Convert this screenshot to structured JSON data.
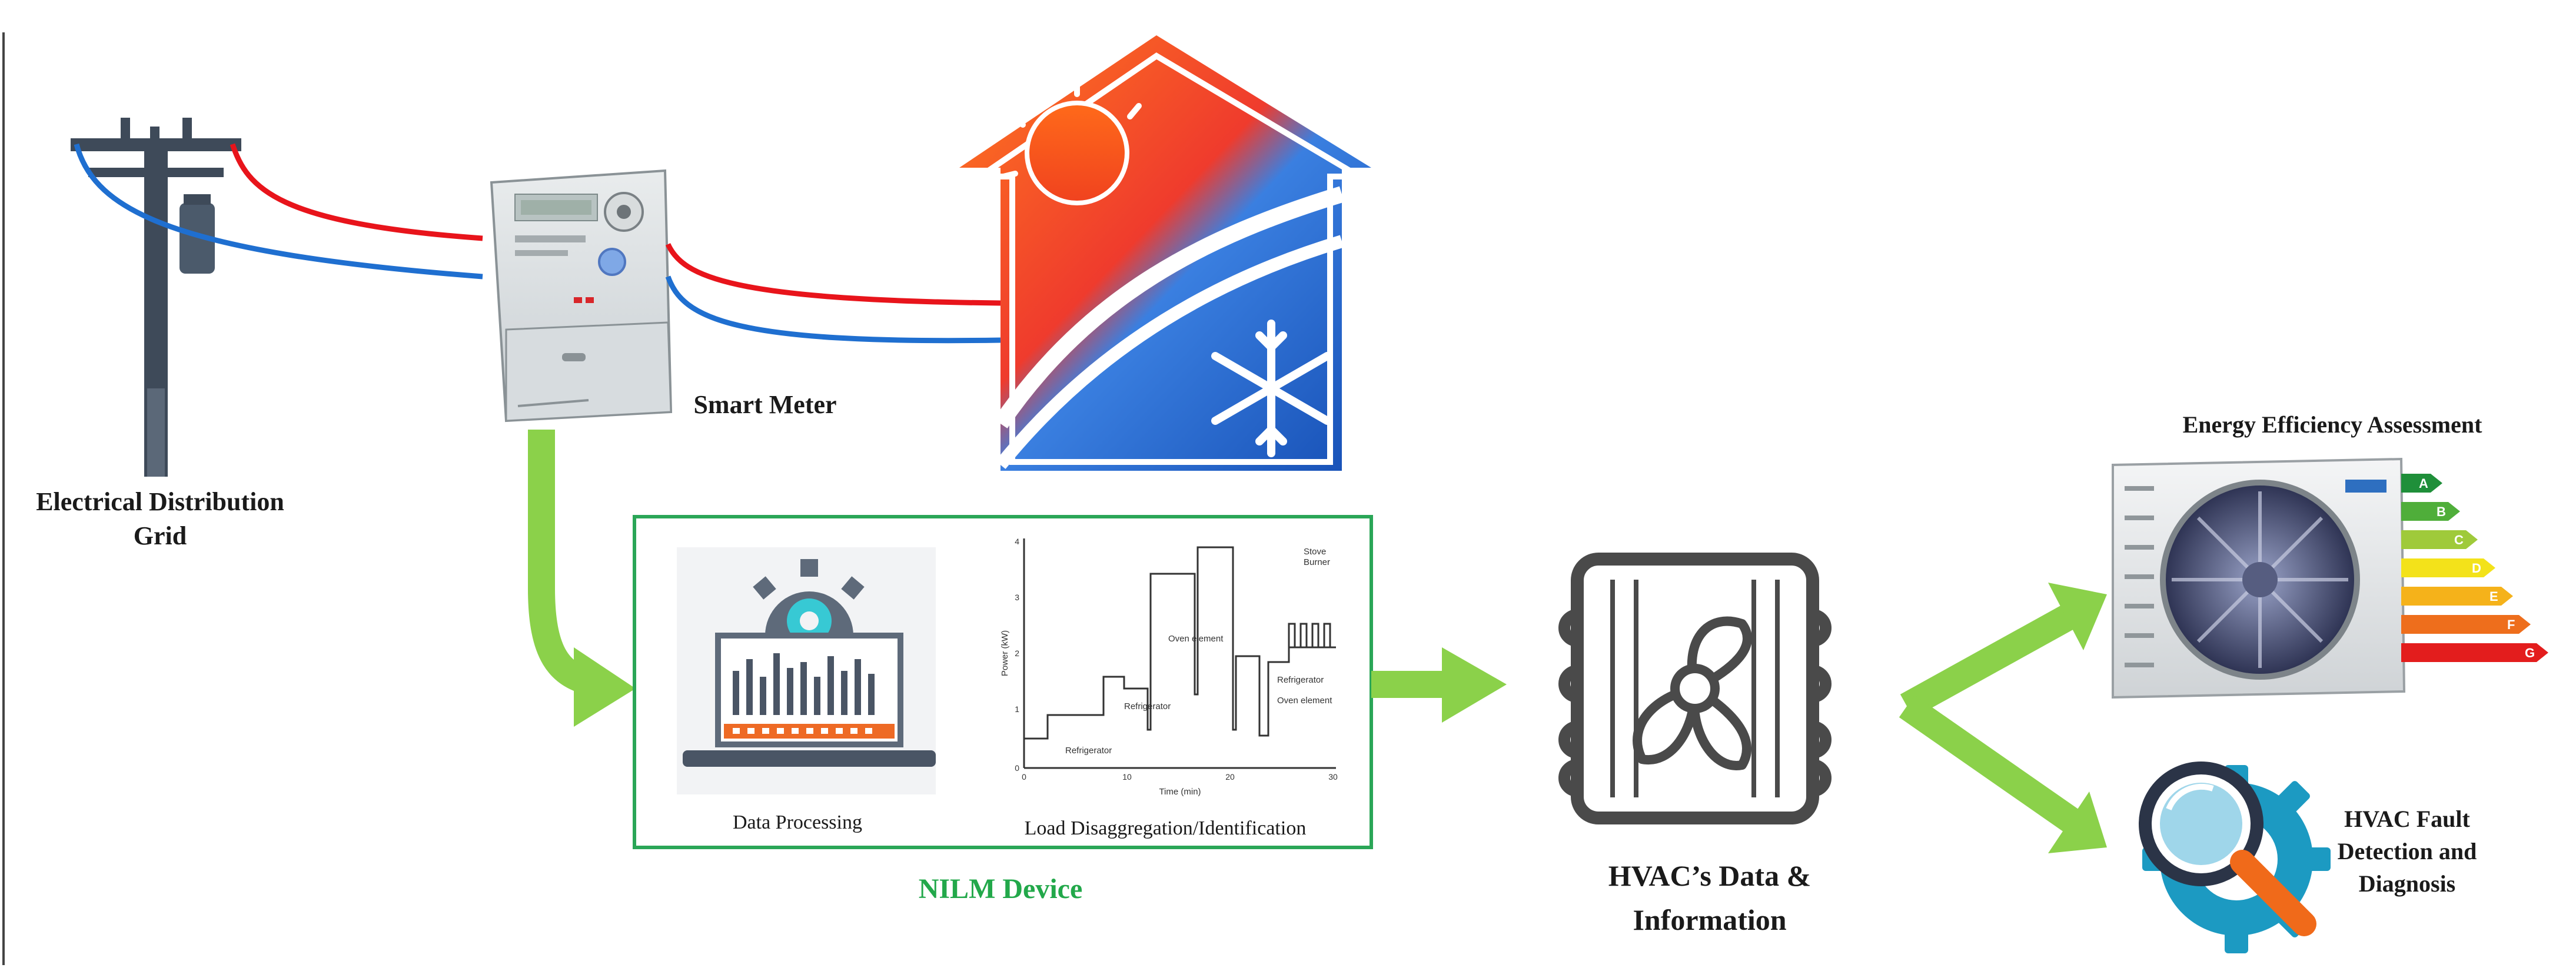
{
  "labels": {
    "grid_line1": "Electrical Distribution",
    "grid_line2": "Grid",
    "smart_meter": "Smart Meter",
    "data_processing": "Data Processing",
    "load_disagg": "Load Disaggregation/Identification",
    "nilm_device": "NILM Device",
    "hvac_data_line1": "HVAC’s Data &",
    "hvac_data_line2": "Information",
    "energy_efficiency": "Energy Efficiency Assessment",
    "fault_line1": "HVAC Fault",
    "fault_line2": "Detection and",
    "fault_line3": "Diagnosis"
  },
  "load_chart": {
    "x_label": "Time (min)",
    "y_label": "Power (kW)",
    "x_ticks": [
      "0",
      "10",
      "20",
      "30"
    ],
    "y_ticks": [
      "0",
      "1",
      "2",
      "3",
      "4"
    ],
    "annotations": [
      "Stove",
      "Burner",
      "Oven element",
      "Refrigerator",
      "Refrigerator",
      "Refrigerator",
      "Oven element"
    ]
  },
  "energy_ratings": [
    "A",
    "B",
    "C",
    "D",
    "E",
    "F",
    "G"
  ],
  "colors": {
    "arrow_green": "#8bd14a",
    "nilm_border": "#2aa657",
    "nilm_label": "#22a84a",
    "wire_red": "#e8141b",
    "wire_blue": "#1f6fd0",
    "house_orange": "#f0582a",
    "house_blue": "#1a63c8"
  },
  "icons": [
    "utility-pole-icon",
    "smart-meter-icon",
    "house-climate-icon",
    "laptop-data-icon",
    "hvac-fan-icon",
    "outdoor-ac-unit-icon",
    "magnifier-gear-icon"
  ]
}
